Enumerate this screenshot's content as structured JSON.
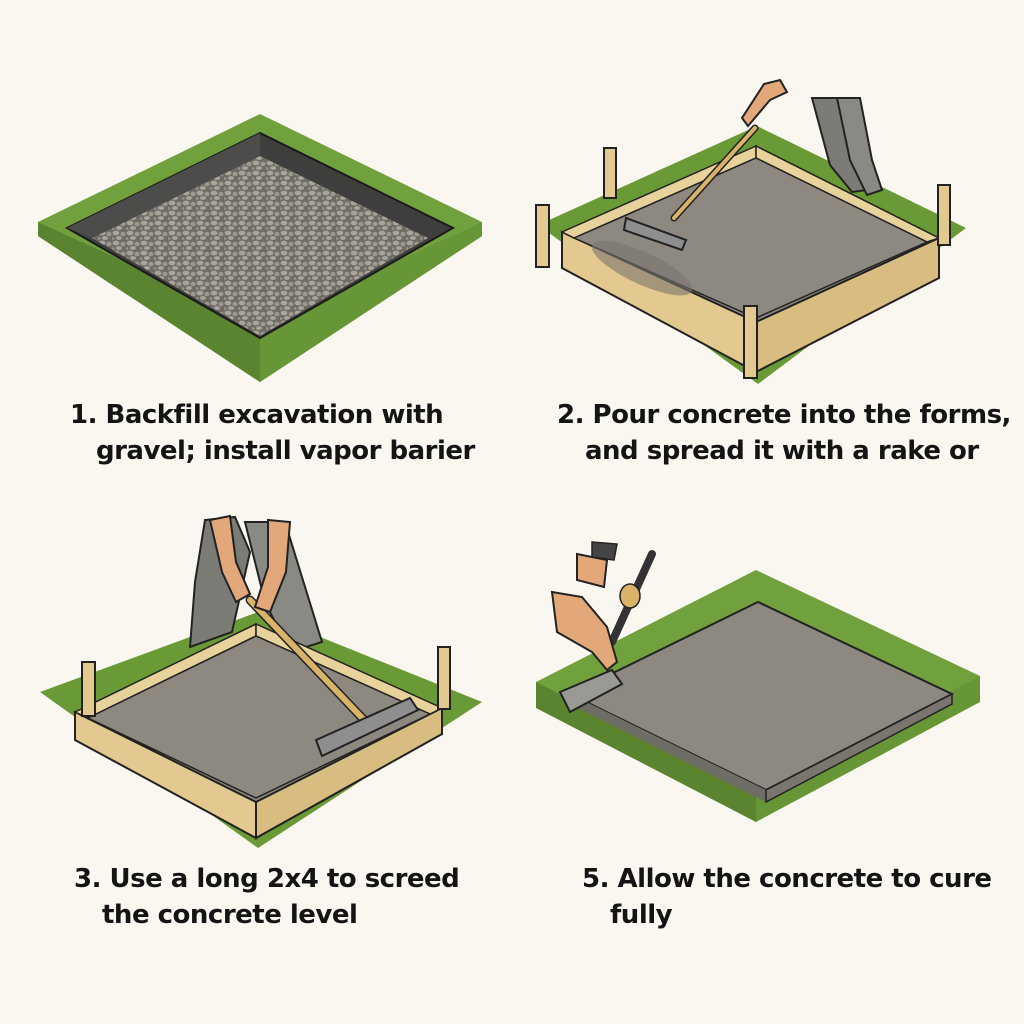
{
  "colors": {
    "background": "#f9f7f0",
    "grass": "#6e9a3a",
    "grass_side": "#5a8430",
    "concrete": "#8d8880",
    "gravel": "#9a968c",
    "wood": "#e3c98f",
    "wood_dark": "#c9a968",
    "pants": "#7d7d78",
    "skin": "#e2a87a",
    "text": "#141414"
  },
  "steps": [
    {
      "number": "1.",
      "line1": "Backfill excavation with",
      "line2": "gravel; install vapor barier",
      "illustration": "gravel-filled-excavation"
    },
    {
      "number": "2.",
      "line1": "Pour concrete into the forms,",
      "line2": "and spread it with a rake or",
      "illustration": "spreading-concrete-in-forms"
    },
    {
      "number": "3.",
      "line1": "Use a long 2x4 to screed",
      "line2": "the concrete level",
      "illustration": "screeding-with-2x4"
    },
    {
      "number": "5.",
      "line1": "Allow the concrete to cure",
      "line2": "fully",
      "illustration": "finished-slab-with-trowel"
    }
  ]
}
